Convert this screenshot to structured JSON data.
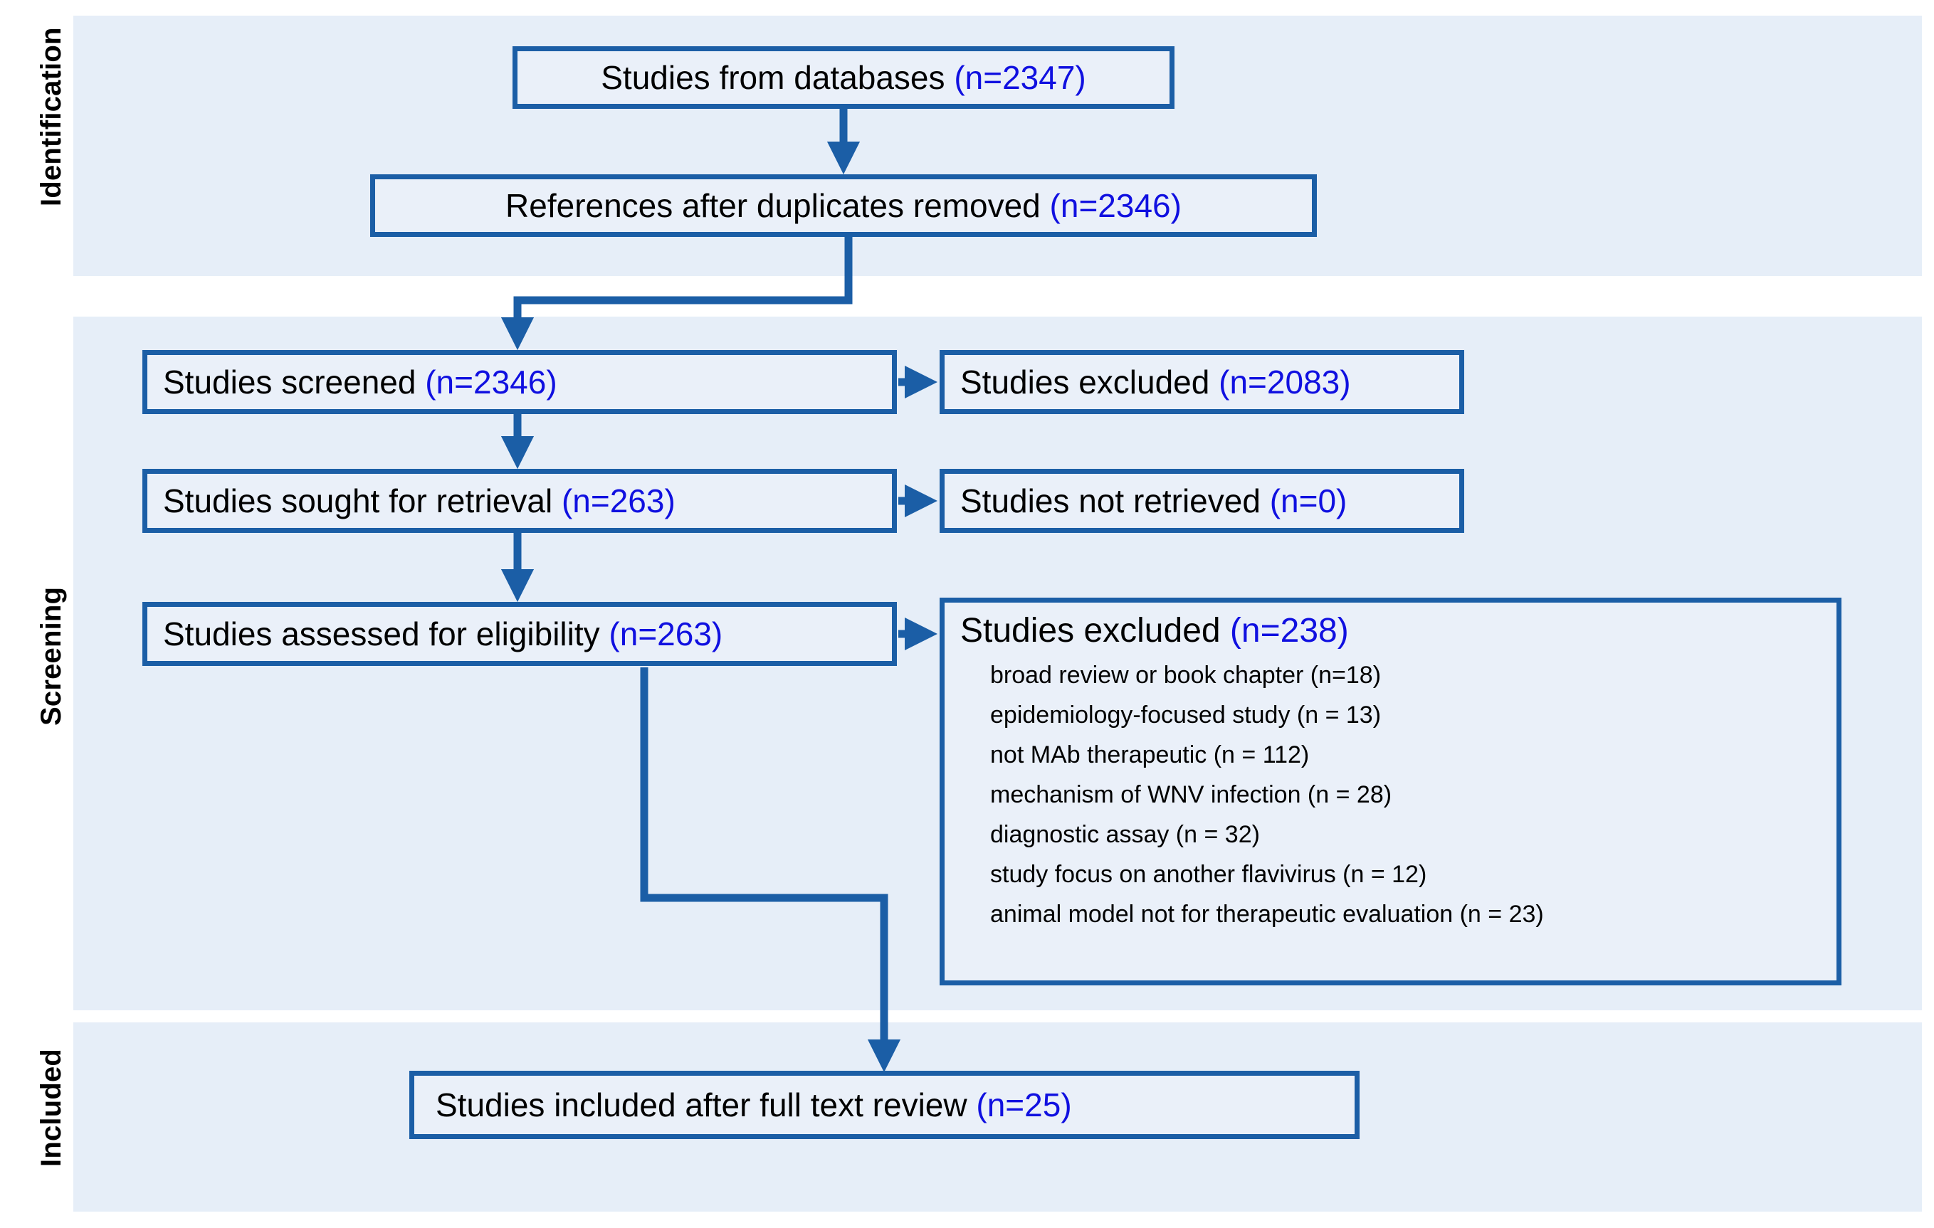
{
  "diagram": {
    "type": "PRISMA flow diagram",
    "band_color": "#e6eef8",
    "box_border_color": "#1b5ea6",
    "box_fill_color": "#eaf0f9",
    "count_color": "#1010e0"
  },
  "phases": [
    {
      "key": "identification",
      "label": "Identification"
    },
    {
      "key": "screening",
      "label": "Screening"
    },
    {
      "key": "included",
      "label": "Included"
    }
  ],
  "nodes": {
    "databases": {
      "text": "Studies from databases ",
      "count": "(n=2347)"
    },
    "duplicates": {
      "text": "References after duplicates removed ",
      "count": "(n=2346)"
    },
    "screened": {
      "text": "Studies screened ",
      "count": "(n=2346)"
    },
    "excluded1": {
      "text": "Studies excluded ",
      "count": "(n=2083)"
    },
    "sought": {
      "text": "Studies sought for retrieval ",
      "count": "(n=263)"
    },
    "notretrieved": {
      "text": "Studies not retrieved ",
      "count": "(n=0)"
    },
    "eligibility": {
      "text": "Studies assessed for eligibility ",
      "count": "(n=263)"
    },
    "included": {
      "text": "Studies included after full text review ",
      "count": "(n=25)"
    }
  },
  "reasons_panel": {
    "title": "Studies excluded ",
    "count": "(n=238)",
    "items": [
      "broad review or book chapter (n=18)",
      "epidemiology-focused  study (n = 13)",
      "not MAb therapeutic  (n = 112)",
      "mechanism of WNV infection (n = 28)",
      "diagnostic assay (n = 32)",
      "study focus on another flavivirus (n = 12)",
      "animal model not for therapeutic  evaluation (n = 23)"
    ]
  }
}
